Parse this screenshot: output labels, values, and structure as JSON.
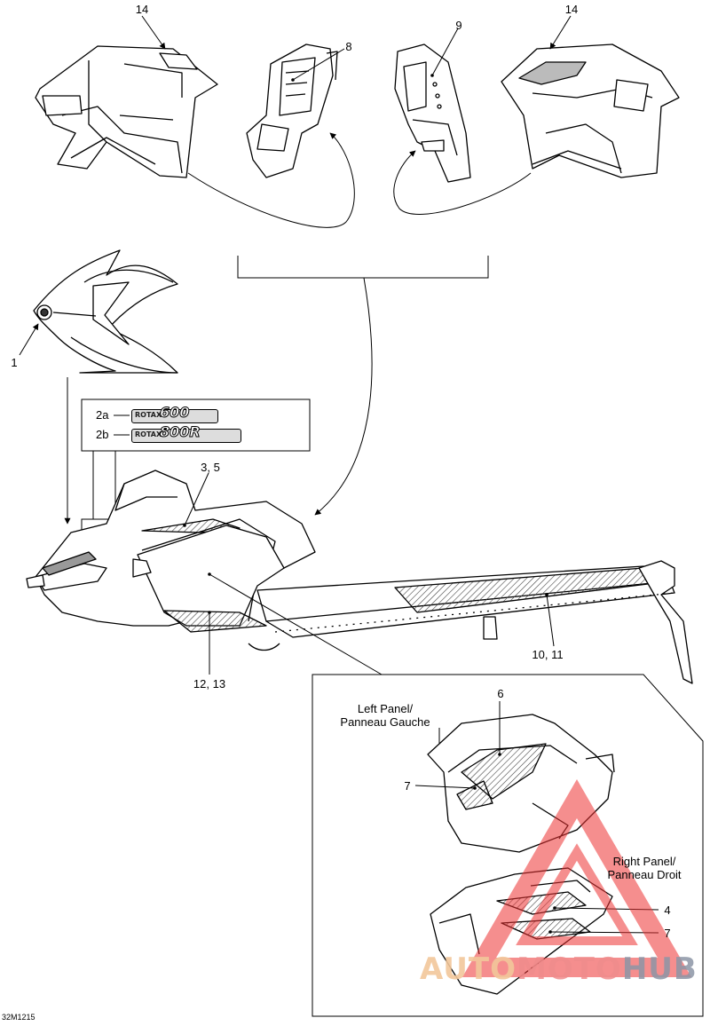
{
  "diagram": {
    "callouts": {
      "c14_left": "14",
      "c8": "8",
      "c9": "9",
      "c14_right": "14",
      "c1": "1",
      "c2a": "2a",
      "c2b": "2b",
      "c3_5": "3, 5",
      "c10_11": "10, 11",
      "c12_13": "12, 13",
      "c6": "6",
      "c7_left": "7",
      "c4": "4",
      "c7_right": "7"
    },
    "panel_labels": {
      "left_line1": "Left Panel/",
      "left_line2": "Panneau Gauche",
      "right_line1": "Right Panel/",
      "right_line2": "Panneau Droit"
    },
    "decals": {
      "d2a_brand": "ROTAX",
      "d2a_number": "600",
      "d2b_brand": "ROTAX",
      "d2b_number": "800R"
    },
    "reference_code": "32M1215"
  },
  "watermark": {
    "part1": "AUTO",
    "part2": "MOTO",
    "part3": "HUB"
  }
}
